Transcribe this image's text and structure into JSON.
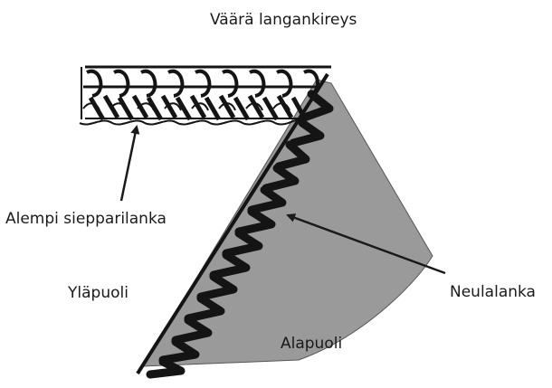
{
  "title": "Väärä langankireys",
  "labels": {
    "lower_looper": "Alempi siepparilanka",
    "top_side": "Yläpuoli",
    "needle_thread": "Neulalanka",
    "bottom_side": "Alapuoli"
  },
  "colors": {
    "fabric": "#9a9a9a",
    "thread": "#141414",
    "text": "#1a1a1a"
  }
}
